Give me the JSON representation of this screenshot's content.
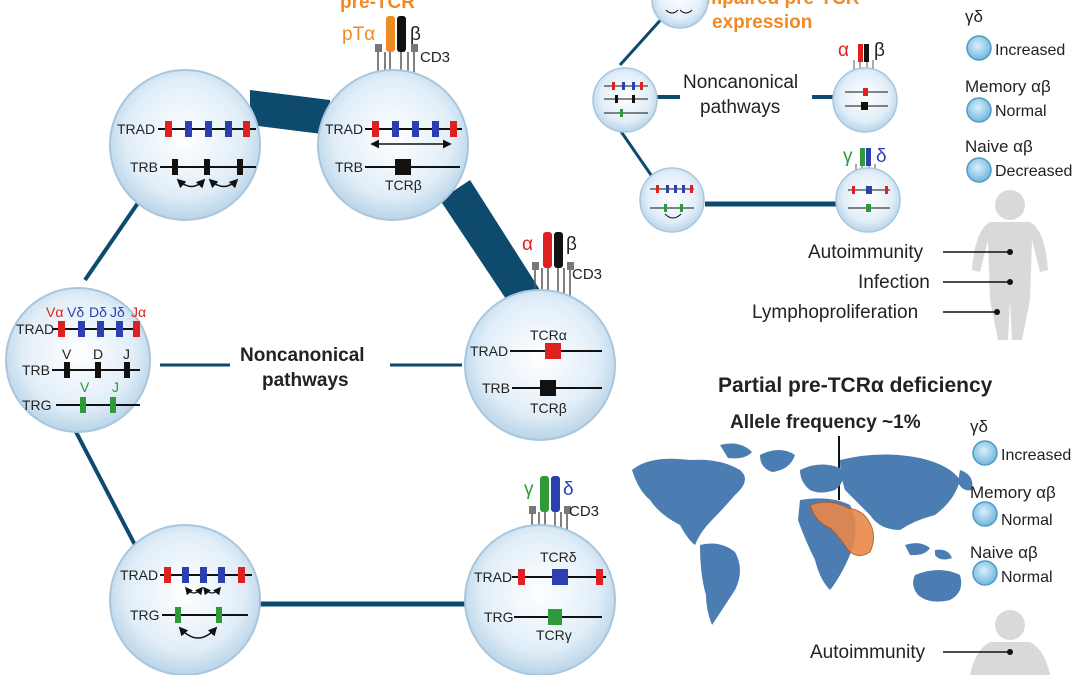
{
  "colors": {
    "cell_fill": "#dbeaf5",
    "cell_edge": "#a9c6dd",
    "connector": "#0d4a6e",
    "red": "#e02020",
    "blue": "#2b3fb0",
    "green": "#2f9a3a",
    "black": "#111111",
    "orange": "#f08a24",
    "map_blue": "#4b7db3",
    "map_orange": "#e8894a",
    "small_cell": "#9fd0ea"
  },
  "top": {
    "pre_tcr_heading": "pre-TCR",
    "impaired_heading_line1": "Impaired pre-TCR",
    "impaired_heading_line2": "expression"
  },
  "receptor_labels": {
    "pta": "pTα",
    "beta": "β",
    "cd3": "CD3",
    "alpha": "α",
    "gamma": "γ",
    "delta": "δ"
  },
  "cells": {
    "trad": "TRAD",
    "trb": "TRB",
    "trg": "TRG",
    "tcr_beta": "TCRβ",
    "tcr_alpha": "TCRα",
    "tcr_delta": "TCRδ",
    "tcr_gamma": "TCRγ",
    "v_alpha": "Vα",
    "v_delta": "Vδ",
    "d_delta": "Dδ",
    "j_delta": "Jδ",
    "j_alpha": "Jα",
    "v": "V",
    "d": "D",
    "j": "J"
  },
  "center_label_line1": "Noncanonical",
  "center_label_line2": "pathways",
  "right_pathway_line1": "Noncanonical",
  "right_pathway_line2": "pathways",
  "panel_top": {
    "items": [
      {
        "name": "γδ",
        "state": "Increased"
      },
      {
        "name": "Memory αβ",
        "state": "Normal"
      },
      {
        "name": "Naive αβ",
        "state": "Decreased"
      }
    ],
    "phenotypes": [
      "Autoimmunity",
      "Infection",
      "Lymphoproliferation"
    ]
  },
  "panel_bottom": {
    "title": "Partial pre-TCRα deficiency",
    "allele": "Allele frequency  ~1%",
    "items": [
      {
        "name": "γδ",
        "state": "Increased"
      },
      {
        "name": "Memory αβ",
        "state": "Normal"
      },
      {
        "name": "Naive αβ",
        "state": "Normal"
      }
    ],
    "phenotypes": [
      "Autoimmunity"
    ]
  }
}
